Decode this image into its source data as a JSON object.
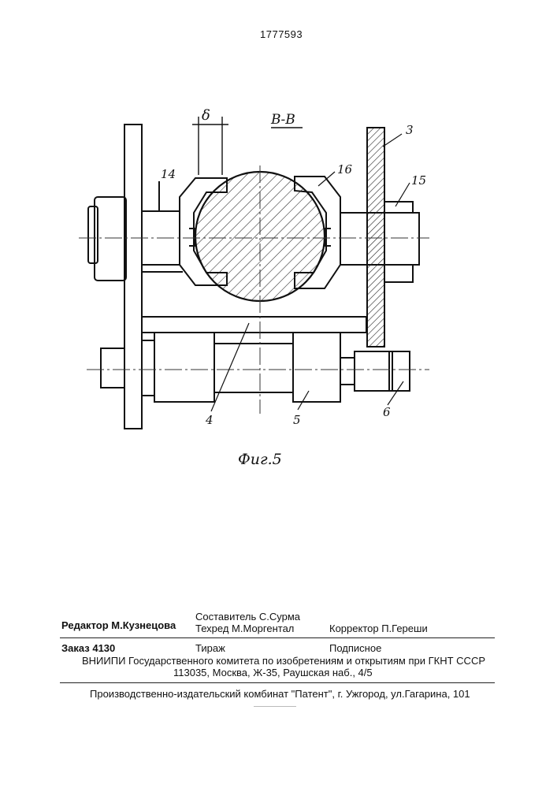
{
  "document": {
    "patent_number": "1777593",
    "section_label": "В-В",
    "figure_caption": "Фиг.5",
    "dimension_label": "δ",
    "part_labels": [
      "3",
      "14",
      "16",
      "15",
      "4",
      "5",
      "6"
    ]
  },
  "colophon": {
    "compiler": "Составитель  С.Сурма",
    "editor": "Редактор  М.Кузнецова",
    "techred": "Техред М.Моргентал",
    "corrector": "Корректор   П.Гереши",
    "order": "Заказ  4130",
    "circulation": "Тираж",
    "subscription": "Подписное",
    "institute": "ВНИИПИ Государственного комитета по изобретениям и открытиям при ГКНТ СССР",
    "address": "113035, Москва, Ж-35, Раушская наб., 4/5",
    "publisher": "Производственно-издательский комбинат \"Патент\", г. Ужгород, ул.Гагарина, 101"
  }
}
